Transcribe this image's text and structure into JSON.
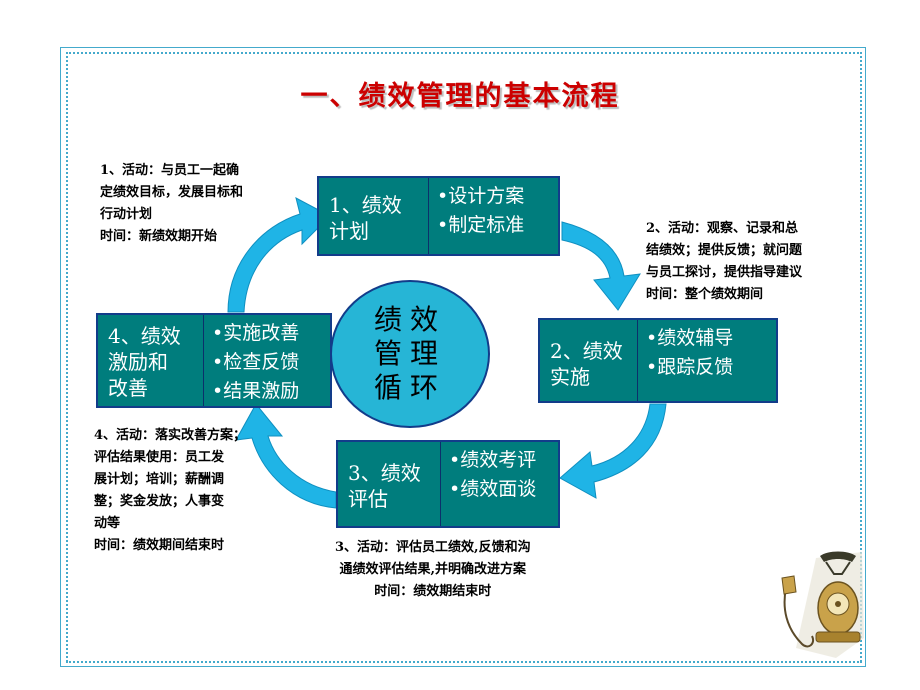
{
  "title": "一、绩效管理的基本流程",
  "center": {
    "line1": "绩效",
    "line2": "管理",
    "line3": "循环"
  },
  "stages": [
    {
      "line1": "1、绩效",
      "line2": "计划",
      "items": [
        "•设计方案",
        "•制定标准"
      ]
    },
    {
      "line1": "2、绩效",
      "line2": "实施",
      "items": [
        "•绩效辅导",
        "•跟踪反馈"
      ]
    },
    {
      "line1": "3、绩效",
      "line2": "评估",
      "items": [
        "•绩效考评",
        "•绩效面谈"
      ]
    },
    {
      "line1": "4、绩效",
      "line2": "激励和",
      "line3": "改善",
      "items": [
        "•实施改善",
        "•检查反馈",
        "•结果激励"
      ]
    }
  ],
  "notes": [
    {
      "lines": [
        "1、活动：与员工一起确",
        "定绩效目标，发展目标和",
        "行动计划",
        "时间：新绩效期开始"
      ]
    },
    {
      "lines": [
        "2、活动：观察、记录和总",
        "结绩效；提供反馈；就问题",
        "与员工探讨，提供指导建议",
        "时间：整个绩效期间"
      ]
    },
    {
      "lines": [
        "3、活动：评估员工绩效,反馈和沟",
        "通绩效评估结果,并明确改进方案",
        "时间：绩效期结束时"
      ]
    },
    {
      "lines": [
        "4、活动：落实改善方案；",
        "评估结果使用：员工发",
        "展计划；培训；薪酬调",
        "整；奖金发放；人事变",
        "动等",
        "时间：绩效期间结束时"
      ]
    }
  ],
  "colors": {
    "box_fill": "#007d7d",
    "ellipse_fill": "#26b5d6",
    "arrow": "#1fb4e6",
    "title": "#cc0000"
  },
  "icons": {
    "decoration": "antique-telephone-icon"
  }
}
